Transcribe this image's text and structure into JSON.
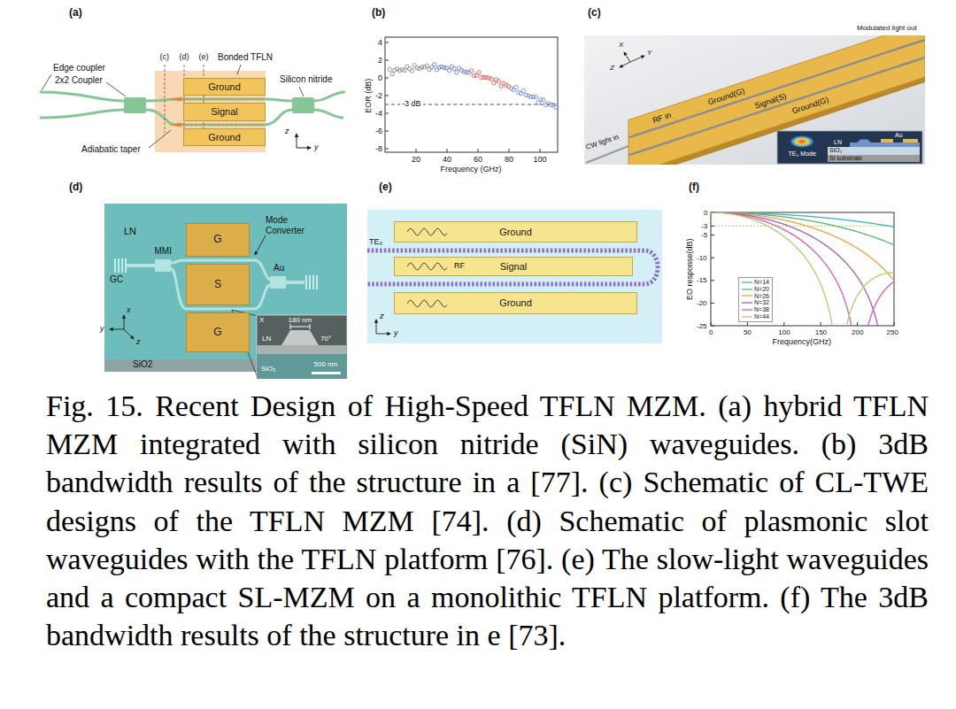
{
  "diagram": {
    "caption": "Fig. 15. Recent Design of High-Speed TFLN MZM. (a) hybrid TFLN MZM integrated with silicon nitride (SiN) waveguides. (b) 3dB bandwidth results of the structure in a [77]. (c) Schematic of CL-TWE designs of the TFLN MZM [74]. (d) Schematic of plasmonic slot waveguides with the TFLN platform [76]. (e) The slow-light waveguides and a compact SL-MZM on a monolithic TFLN platform. (f) The 3dB bandwidth results of the structure in e [73].",
    "nodes": [
      {
        "text": [
          "Ground"
        ]
      },
      {
        "text": [
          "Signal"
        ]
      },
      {
        "text": [
          "Ground"
        ]
      },
      {
        "text": [
          "G"
        ]
      },
      {
        "text": [
          "S"
        ]
      },
      {
        "text": [
          "G"
        ]
      },
      {
        "text": [
          "Ground"
        ]
      },
      {
        "text": [
          "Signal"
        ]
      },
      {
        "text": [
          "Ground"
        ]
      }
    ],
    "labels": [
      "(a)",
      "Edge coupler",
      "2x2 Coupler",
      "(c)",
      "(d)",
      "(e)",
      "Bonded TFLN",
      "Silicon nitride",
      "Adiabatic taper",
      "z",
      "y",
      "(b)",
      "4",
      "2",
      "0",
      "-2",
      "-4",
      "-6",
      "-8",
      "-3 dB",
      "20",
      "40",
      "60",
      "80",
      "100",
      "Frequency (GHz)",
      "EOR (dB)",
      "(c)",
      "Ground(G)",
      "Signal(S)",
      "Ground(G)",
      "RF in",
      "CW light in",
      "Modulated light out",
      "X",
      "Y",
      "Z",
      "TE₀ Mode",
      "SiO₂",
      "Si substrate",
      "LN",
      "Au",
      "(d)",
      "LN",
      "GC",
      "MMI",
      "Mode Converter",
      "Au",
      "y",
      "x",
      "z",
      "SiO2",
      "X",
      "180 nm",
      "LN",
      "70°",
      "SiO₂",
      "500 nm",
      "(e)",
      "TE₀",
      "RF",
      "z",
      "y",
      "(f)",
      "0",
      "-3",
      "-5",
      "-10",
      "-15",
      "-20",
      "-25",
      "0",
      "50",
      "100",
      "150",
      "200",
      "250",
      "Frequency(GHz)",
      "EO response(dB)"
    ],
    "legend": [
      {
        "text": "N=14"
      },
      {
        "text": "N=20"
      },
      {
        "text": "N=26"
      },
      {
        "text": "N=32"
      },
      {
        "text": "N=38"
      },
      {
        "text": "N=44"
      }
    ]
  }
}
